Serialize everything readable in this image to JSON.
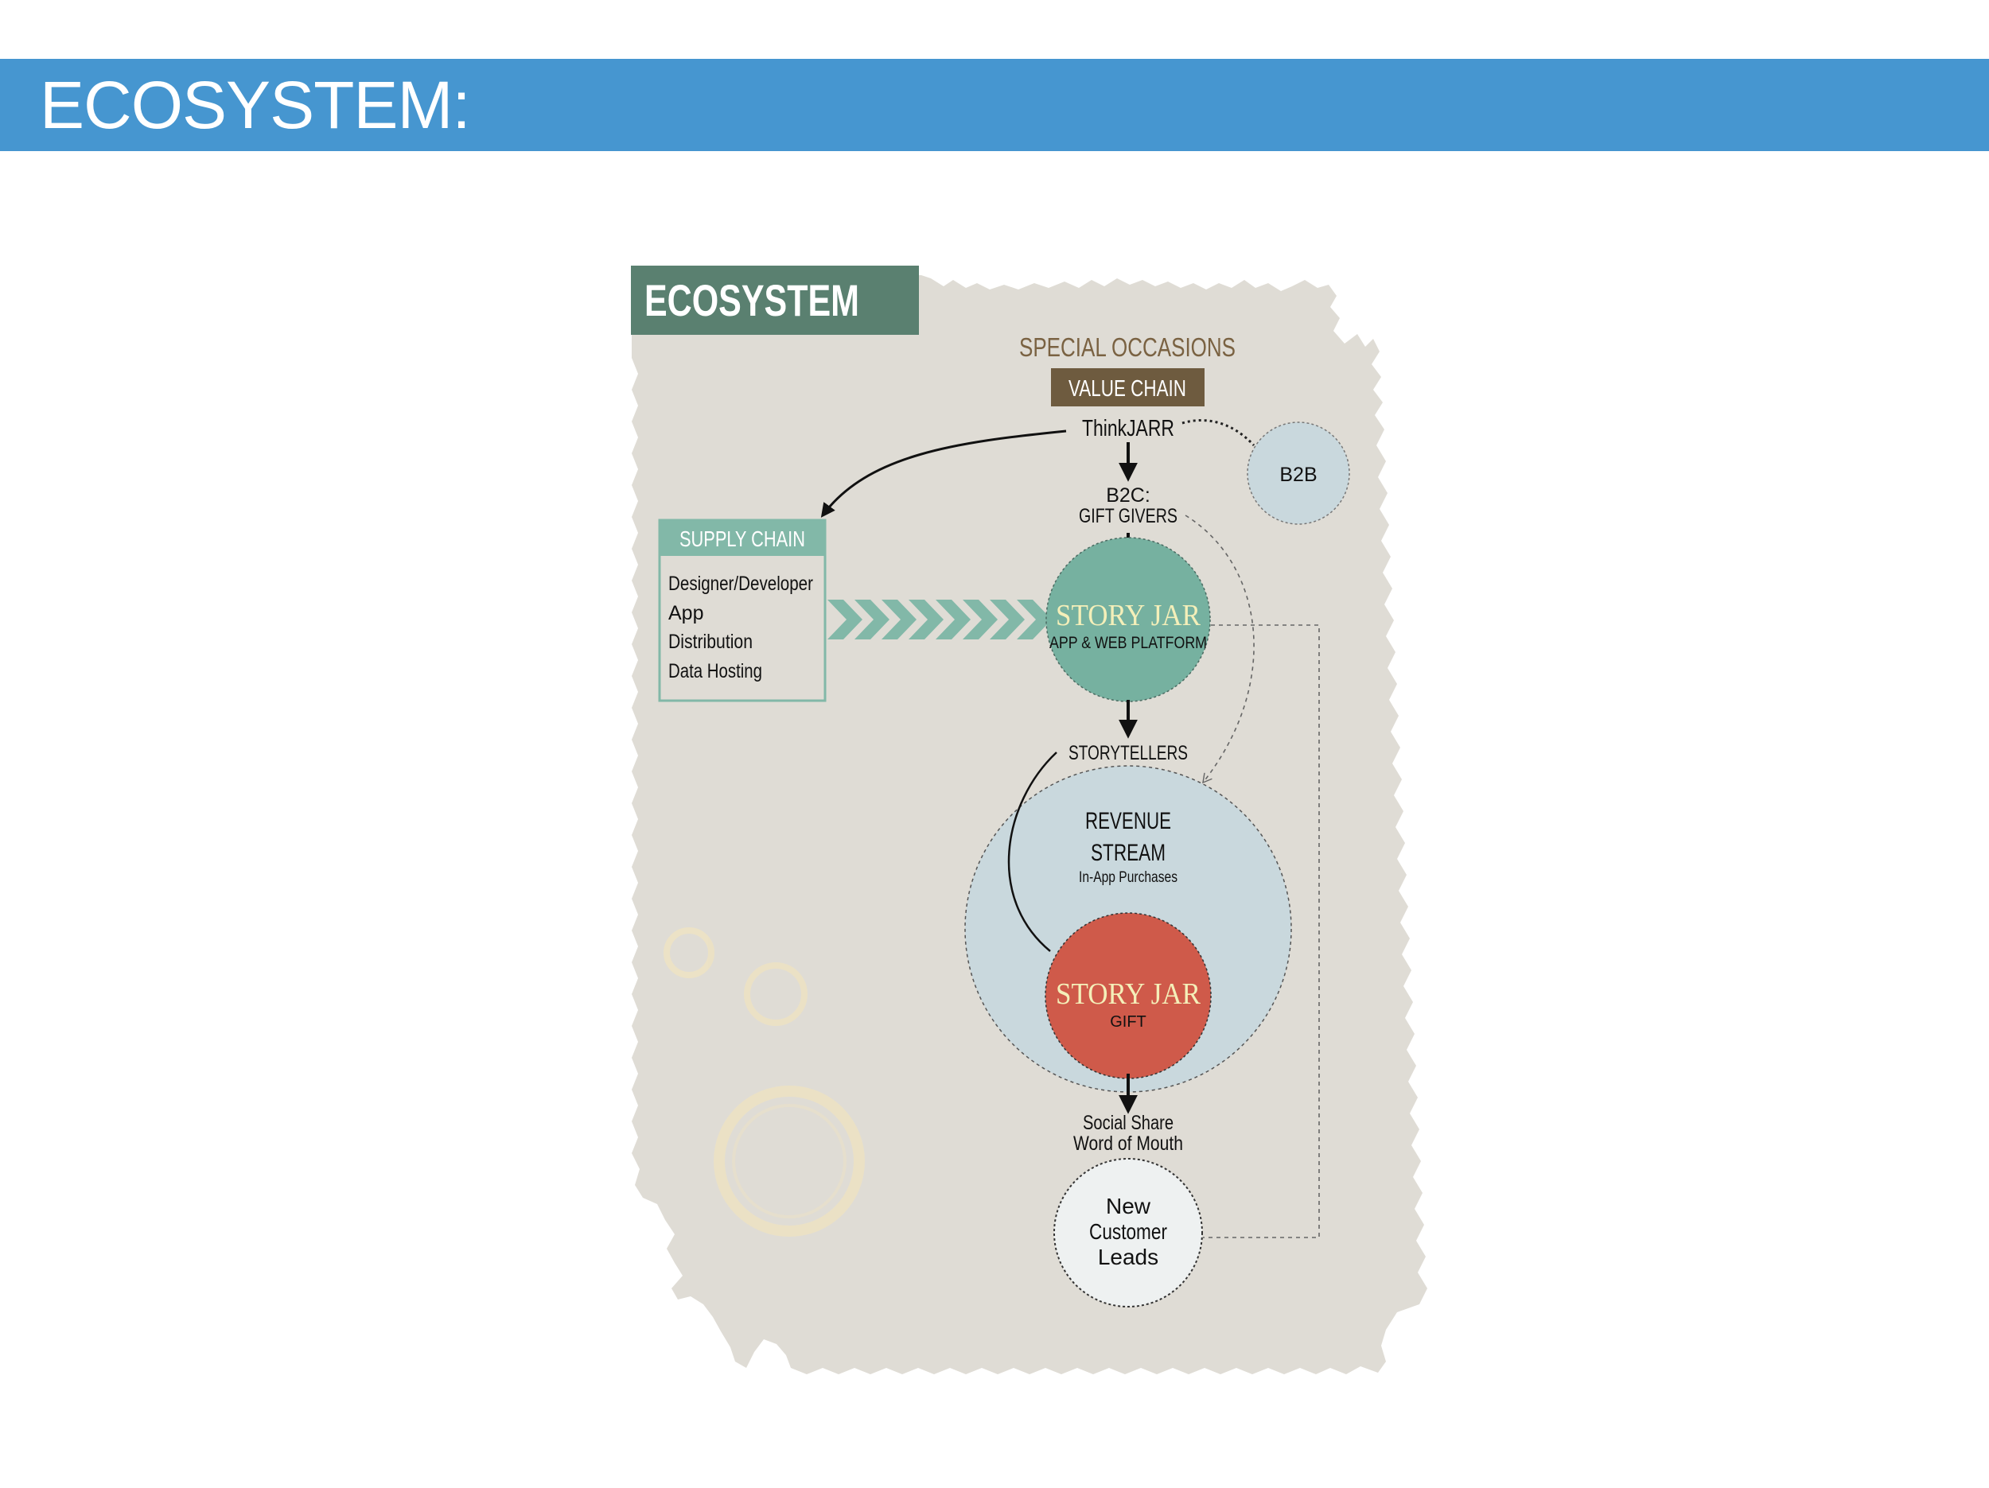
{
  "banner": {
    "title": "ECOSYSTEM:",
    "color": "#4696d0"
  },
  "diagram": {
    "header": "ECOSYSTEM",
    "special_occasions": "SPECIAL OCCASIONS",
    "value_chain": "VALUE CHAIN",
    "thinkjarr": "ThinkJARR",
    "b2b": "B2B",
    "b2c_line1": "B2C:",
    "b2c_line2": "GIFT GIVERS",
    "supply_chain": {
      "title": "SUPPLY CHAIN",
      "items": [
        "Designer/Developer",
        "App",
        "Distribution",
        "Data Hosting"
      ]
    },
    "story_jar_platform": {
      "title": "STORY JAR",
      "subtitle": "APP & WEB PLATFORM"
    },
    "storytellers": "STORYTELLERS",
    "revenue_stream": {
      "line1": "REVENUE",
      "line2": "STREAM",
      "subtitle": "In-App Purchases"
    },
    "story_jar_gift": {
      "title": "STORY JAR",
      "subtitle": "GIFT"
    },
    "social_share": "Social Share",
    "word_of_mouth": "Word of Mouth",
    "new_customer_leads": [
      "New",
      "Customer",
      "Leads"
    ],
    "colors": {
      "header_bg": "#5a8070",
      "value_chain_bg": "#6e5b3f",
      "special_occasions_text": "#7a6242",
      "supply_chain_teal": "#82b8a8",
      "platform_circle": "#76b1a0",
      "b2b_circle": "#c9d8dd",
      "revenue_circle": "#c9d8dd",
      "gift_circle": "#cf5a4a",
      "leads_circle": "#eef1f1",
      "story_jar_text": "#f4efb9",
      "paper": "#dfdcd5"
    }
  }
}
